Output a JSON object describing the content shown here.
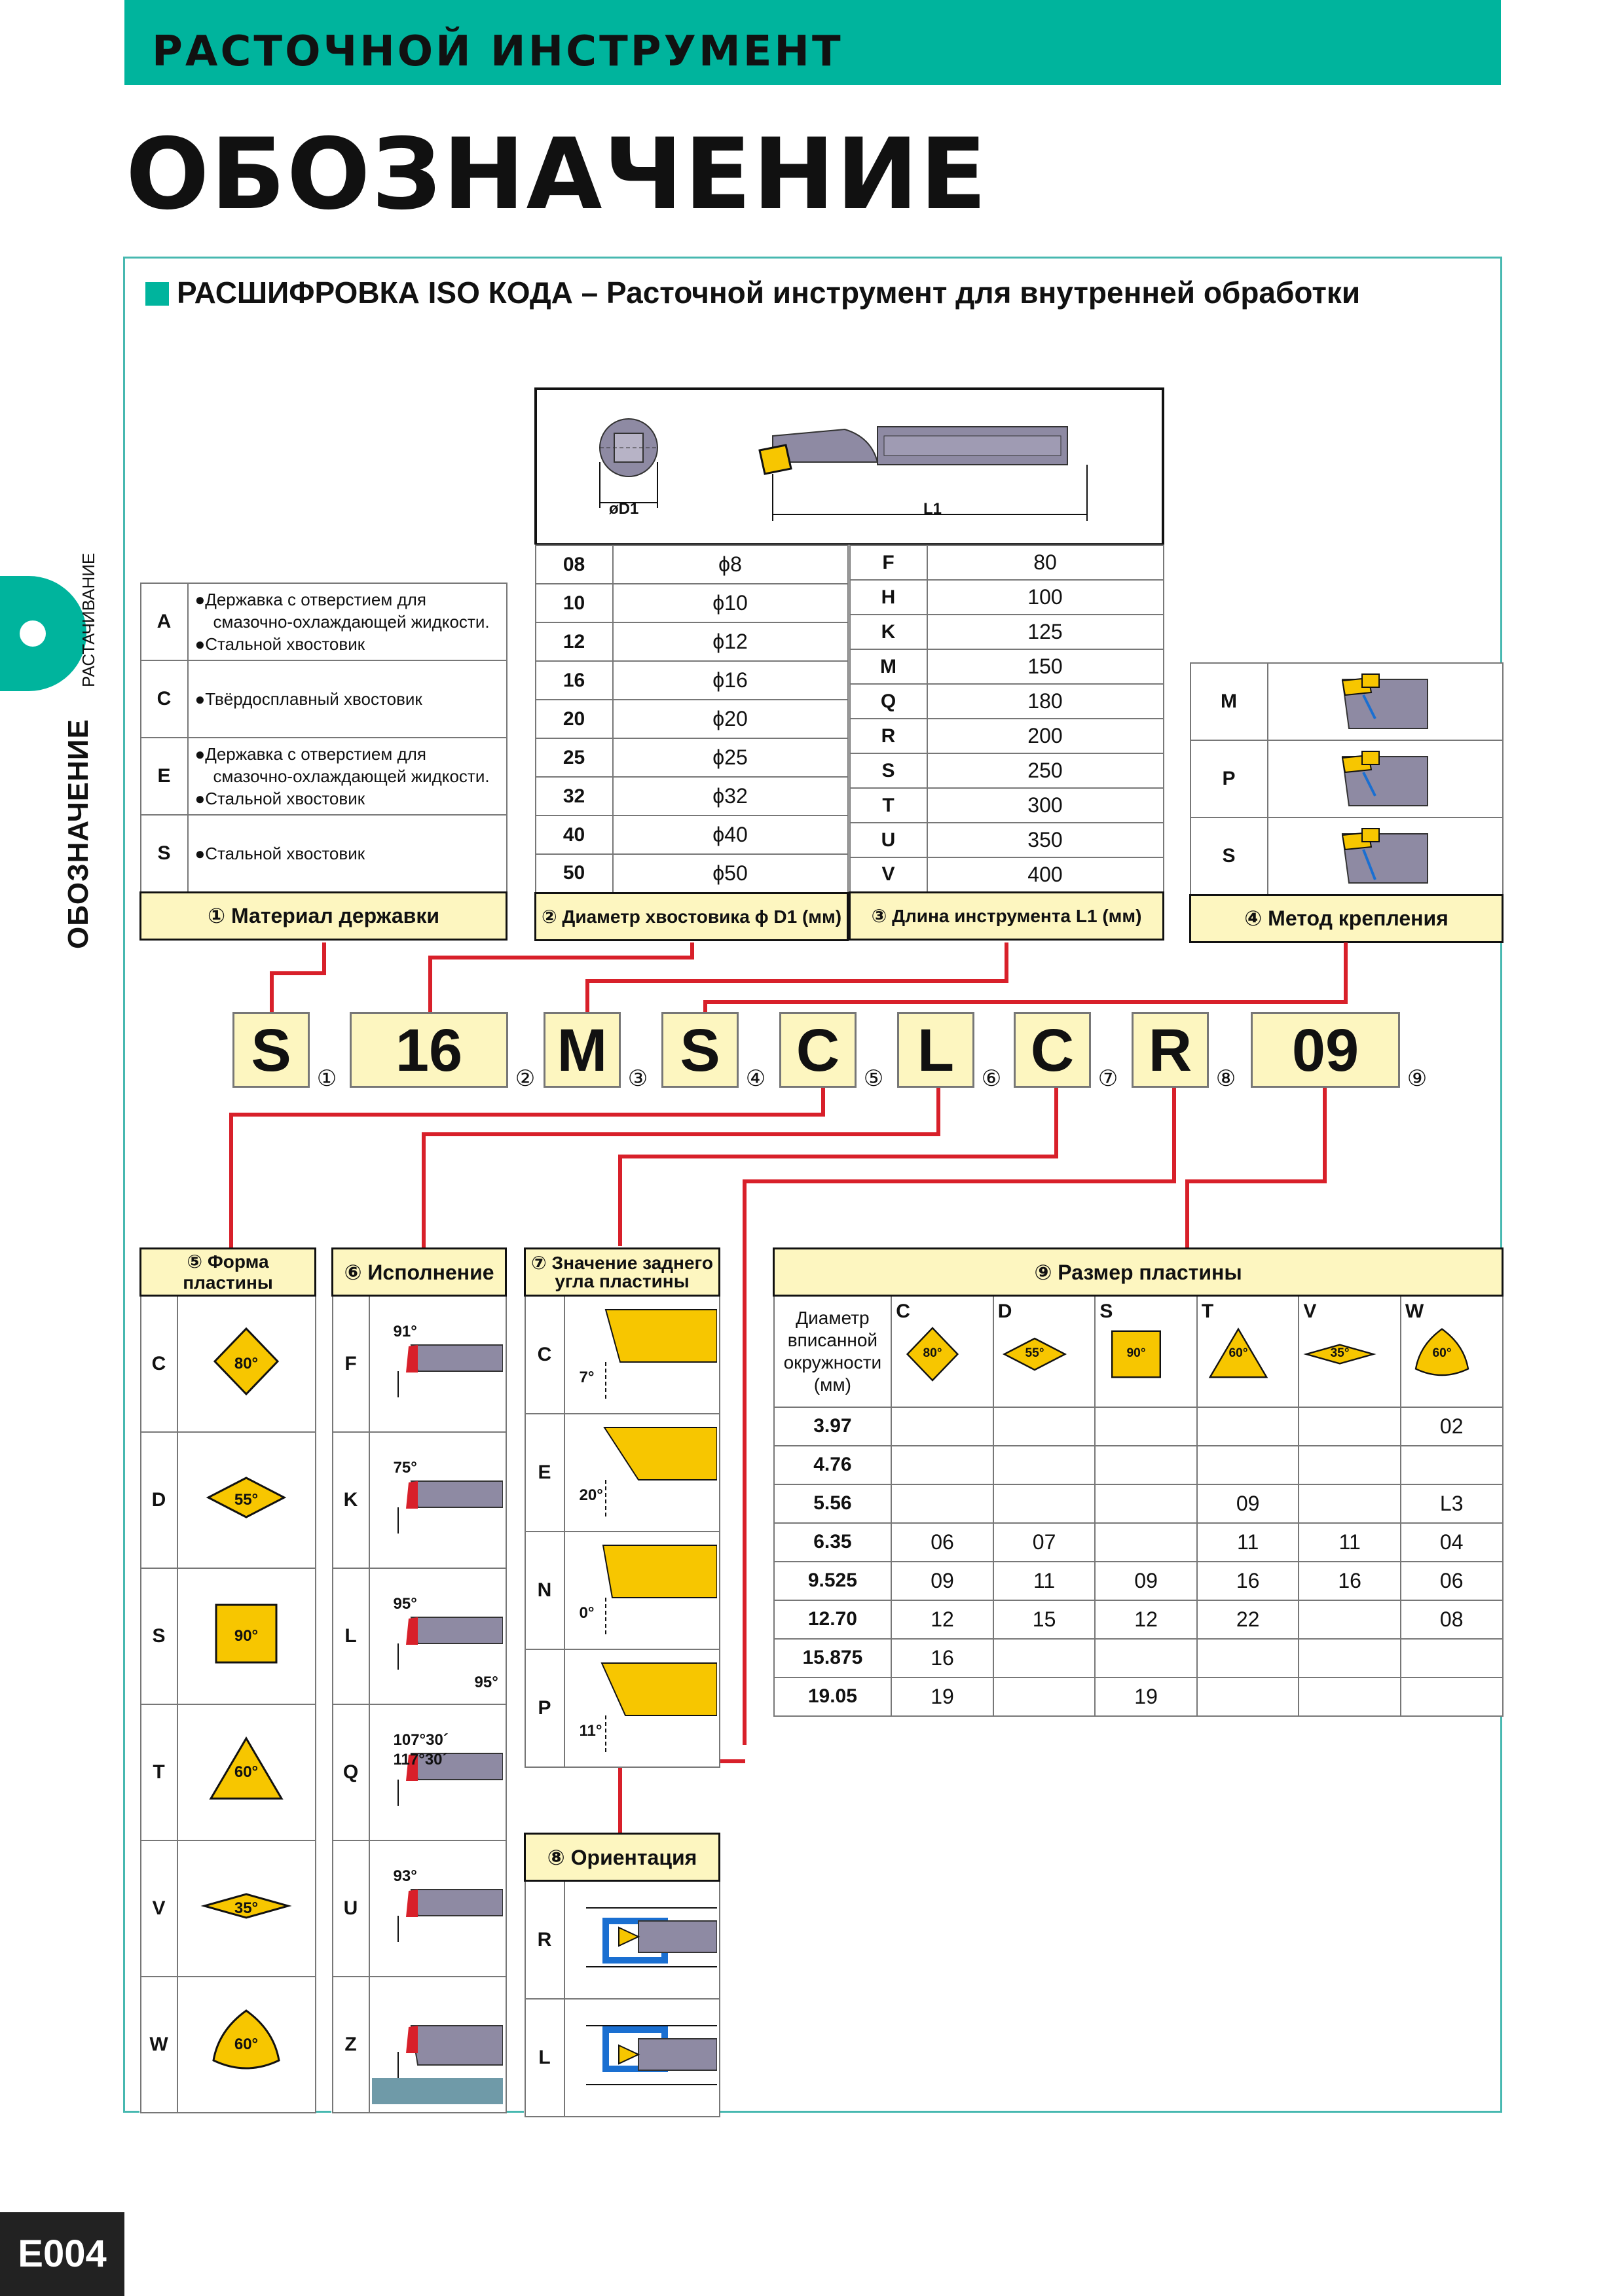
{
  "header": {
    "category": "РАСТОЧНОЙ ИНСТРУМЕНТ",
    "title": "ОБОЗНАЧЕНИЕ"
  },
  "side_tab": {
    "big": "ОБОЗНАЧЕНИЕ",
    "small": "РАСТАЧИВАНИЕ"
  },
  "section_title": "РАСШИФРОВКА  ISO КОДА – Расточной инструмент для внутренней обработки",
  "drawing": {
    "d_label": "øD1",
    "l_label": "L1"
  },
  "material": {
    "caption": "① Материал державки",
    "rows": [
      {
        "code": "A",
        "lines": [
          "●Державка с отверстием для",
          "смазочно-охлаждающей жидкости.",
          "●Стальной хвостовик"
        ]
      },
      {
        "code": "C",
        "lines": [
          "●Твёрдосплавный  хвостовик"
        ]
      },
      {
        "code": "E",
        "lines": [
          "●Державка с отверстием для",
          "смазочно-охлаждающей жидкости.",
          "●Стальной хвостовик"
        ]
      },
      {
        "code": "S",
        "lines": [
          "●Стальной хвостовик"
        ]
      }
    ]
  },
  "diameter": {
    "caption": "② Диаметр хвостовика ϕ D1 (мм)",
    "rows": [
      {
        "code": "08",
        "value": "ϕ8"
      },
      {
        "code": "10",
        "value": "ϕ10"
      },
      {
        "code": "12",
        "value": "ϕ12"
      },
      {
        "code": "16",
        "value": "ϕ16"
      },
      {
        "code": "20",
        "value": "ϕ20"
      },
      {
        "code": "25",
        "value": "ϕ25"
      },
      {
        "code": "32",
        "value": "ϕ32"
      },
      {
        "code": "40",
        "value": "ϕ40"
      },
      {
        "code": "50",
        "value": "ϕ50"
      }
    ]
  },
  "length": {
    "caption": "③ Длина инструмента L1 (мм)",
    "rows": [
      {
        "code": "F",
        "value": "80"
      },
      {
        "code": "H",
        "value": "100"
      },
      {
        "code": "K",
        "value": "125"
      },
      {
        "code": "M",
        "value": "150"
      },
      {
        "code": "Q",
        "value": "180"
      },
      {
        "code": "R",
        "value": "200"
      },
      {
        "code": "S",
        "value": "250"
      },
      {
        "code": "T",
        "value": "300"
      },
      {
        "code": "U",
        "value": "350"
      },
      {
        "code": "V",
        "value": "400"
      }
    ]
  },
  "clamping": {
    "caption": "④ Метод крепления",
    "codes": [
      "M",
      "P",
      "S"
    ]
  },
  "code": {
    "chars": [
      "S",
      "16",
      "M",
      "S",
      "C",
      "L",
      "C",
      "R",
      "09"
    ],
    "nums": [
      "①",
      "②",
      "③",
      "④",
      "⑤",
      "⑥",
      "⑦",
      "⑧",
      "⑨"
    ]
  },
  "shape": {
    "caption": "⑤ Форма пластины",
    "rows": [
      {
        "code": "C",
        "angle": "80°"
      },
      {
        "code": "D",
        "angle": "55°"
      },
      {
        "code": "S",
        "angle": "90°"
      },
      {
        "code": "T",
        "angle": "60°"
      },
      {
        "code": "V",
        "angle": "35°"
      },
      {
        "code": "W",
        "angle": "60°"
      }
    ]
  },
  "style": {
    "caption": "⑥ Исполнение",
    "rows": [
      {
        "code": "F",
        "angles": [
          "91°"
        ]
      },
      {
        "code": "K",
        "angles": [
          "75°"
        ]
      },
      {
        "code": "L",
        "angles": [
          "95°",
          "95°"
        ]
      },
      {
        "code": "Q",
        "angles": [
          "107°30´",
          "117°30´"
        ]
      },
      {
        "code": "U",
        "angles": [
          "93°"
        ]
      },
      {
        "code": "Z",
        "angles": []
      }
    ]
  },
  "clearance": {
    "caption": [
      "⑦ Значение заднего",
      "угла пластины"
    ],
    "rows": [
      {
        "code": "C",
        "angle": "7°"
      },
      {
        "code": "E",
        "angle": "20°"
      },
      {
        "code": "N",
        "angle": "0°"
      },
      {
        "code": "P",
        "angle": "11°"
      }
    ]
  },
  "orientation": {
    "caption": "⑧ Ориентация",
    "codes": [
      "R",
      "L"
    ]
  },
  "size": {
    "caption": "⑨ Размер пластины",
    "header_label": [
      "Диаметр",
      "вписанной",
      "окружности",
      "(мм)"
    ],
    "columns": [
      {
        "code": "C",
        "angle": "80°"
      },
      {
        "code": "D",
        "angle": "55°"
      },
      {
        "code": "S",
        "angle": "90°"
      },
      {
        "code": "T",
        "angle": "60°"
      },
      {
        "code": "V",
        "angle": "35°"
      },
      {
        "code": "W",
        "angle": "60°"
      }
    ],
    "rows": [
      {
        "d": "3.97",
        "v": [
          "",
          "",
          "",
          "",
          "",
          "02"
        ]
      },
      {
        "d": "4.76",
        "v": [
          "",
          "",
          "",
          "",
          "",
          ""
        ]
      },
      {
        "d": "5.56",
        "v": [
          "",
          "",
          "",
          "09",
          "",
          "L3"
        ]
      },
      {
        "d": "6.35",
        "v": [
          "06",
          "07",
          "",
          "11",
          "11",
          "04"
        ]
      },
      {
        "d": "9.525",
        "v": [
          "09",
          "11",
          "09",
          "16",
          "16",
          "06"
        ]
      },
      {
        "d": "12.70",
        "v": [
          "12",
          "15",
          "12",
          "22",
          "",
          "08"
        ]
      },
      {
        "d": "15.875",
        "v": [
          "16",
          "",
          "",
          "",
          "",
          ""
        ]
      },
      {
        "d": "19.05",
        "v": [
          "19",
          "",
          "19",
          "",
          "",
          ""
        ]
      }
    ]
  },
  "page_number": "E004",
  "colors": {
    "accent": "#00b49d",
    "wire": "#d8202a",
    "insert": "#f7c600",
    "caption_bg": "#fdf6c0"
  }
}
